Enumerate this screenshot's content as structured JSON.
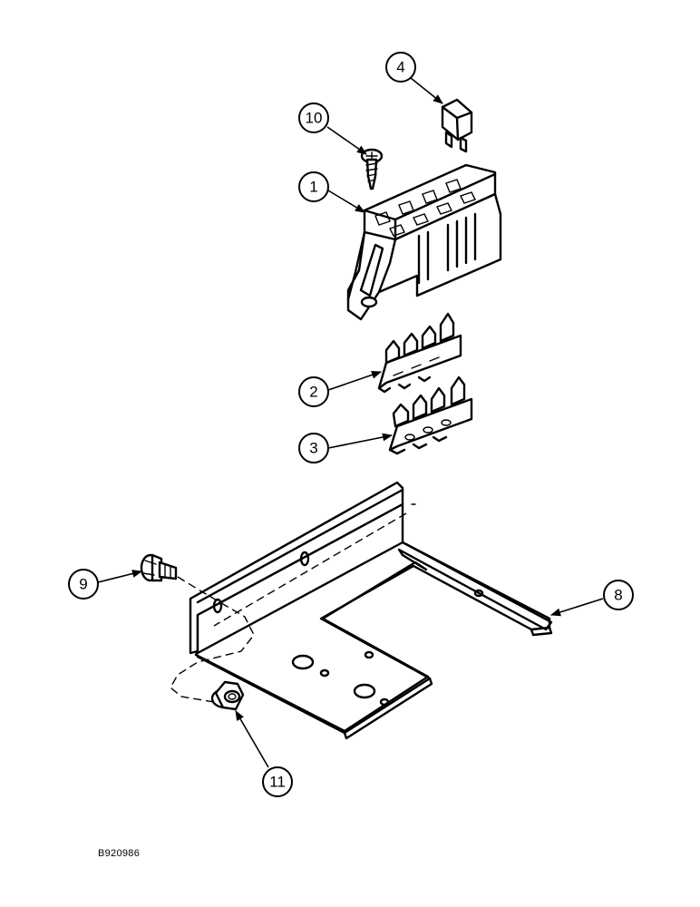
{
  "callouts": [
    {
      "id": "c1",
      "label": "1"
    },
    {
      "id": "c2",
      "label": "2"
    },
    {
      "id": "c3",
      "label": "3"
    },
    {
      "id": "c4",
      "label": "4"
    },
    {
      "id": "c8",
      "label": "8"
    },
    {
      "id": "c9",
      "label": "9"
    },
    {
      "id": "c10",
      "label": "10"
    },
    {
      "id": "c11",
      "label": "11"
    }
  ],
  "reference_code": "B920986"
}
